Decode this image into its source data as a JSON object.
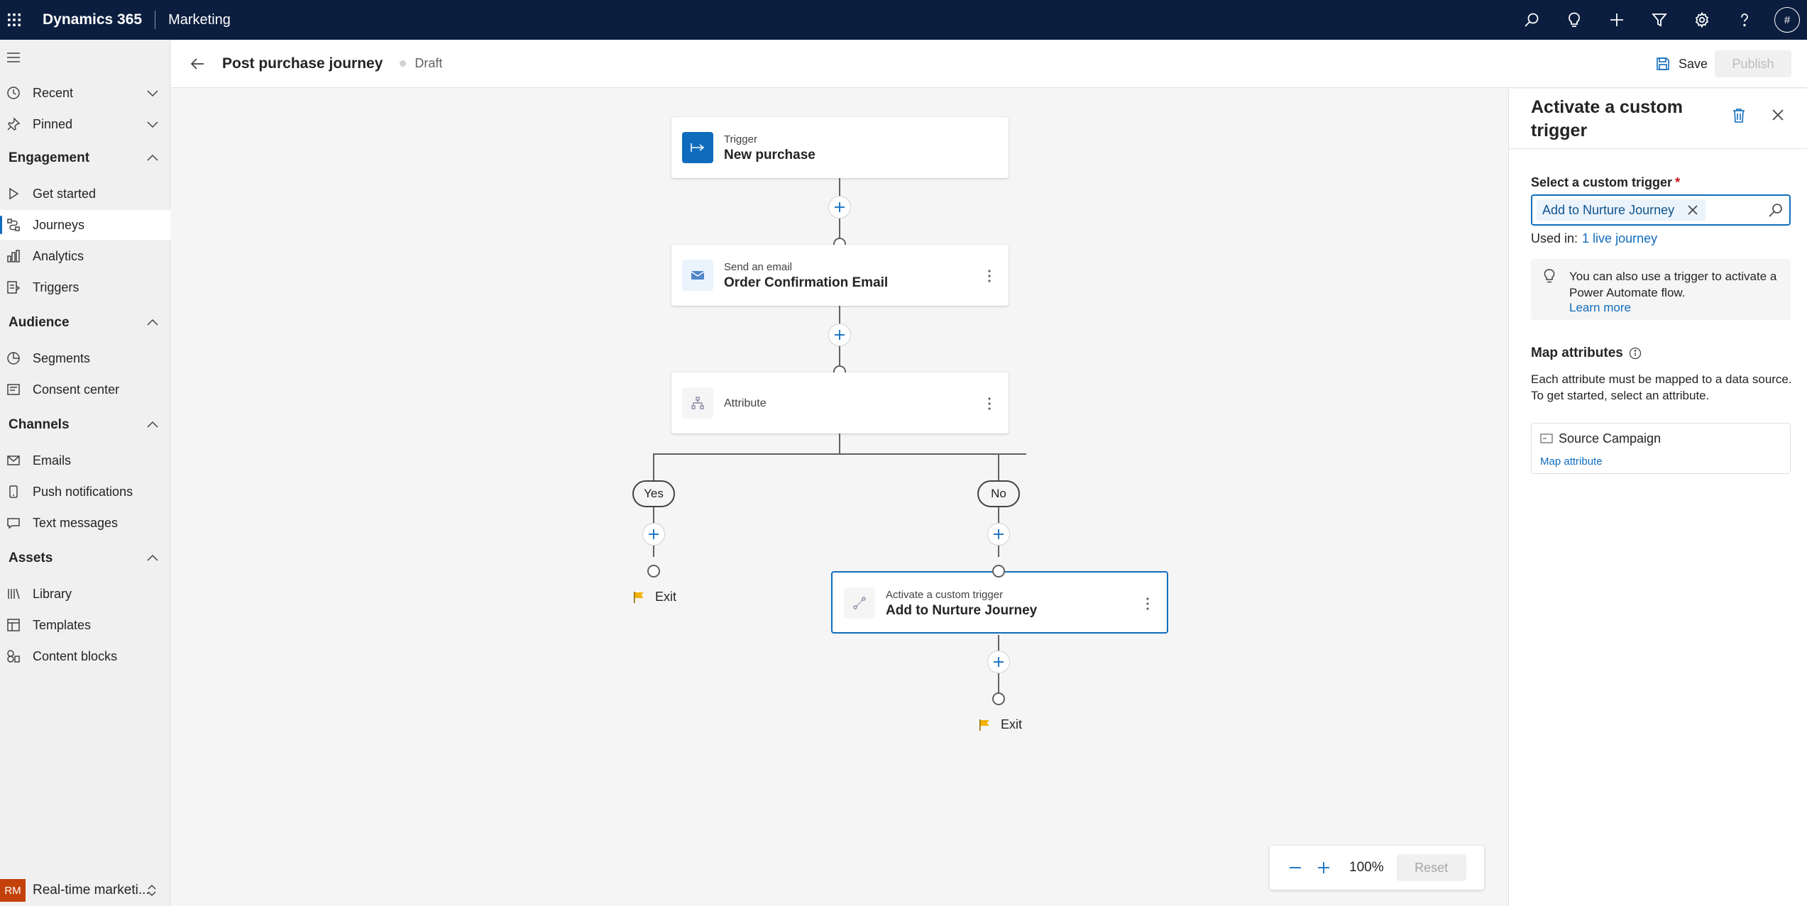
{
  "topbar": {
    "brand": "Dynamics 365",
    "app": "Marketing",
    "avatar": "#",
    "icons": [
      "search-icon",
      "lightbulb-icon",
      "plus-icon",
      "filter-icon",
      "gear-icon",
      "help-icon"
    ]
  },
  "nav": {
    "recent": "Recent",
    "pinned": "Pinned",
    "sections": {
      "engagement": "Engagement",
      "audience": "Audience",
      "channels": "Channels",
      "assets": "Assets"
    },
    "items": {
      "get_started": "Get started",
      "journeys": "Journeys",
      "analytics": "Analytics",
      "triggers": "Triggers",
      "segments": "Segments",
      "consent_center": "Consent center",
      "emails": "Emails",
      "push_notifications": "Push notifications",
      "text_messages": "Text messages",
      "library": "Library",
      "templates": "Templates",
      "content_blocks": "Content blocks"
    },
    "selected": "journeys",
    "environment": {
      "badge": "RM",
      "name": "Real-time marketi..."
    }
  },
  "header": {
    "title": "Post purchase journey",
    "status": "Draft",
    "save_label": "Save",
    "publish_label": "Publish"
  },
  "journey": {
    "trigger": {
      "type": "Trigger",
      "name": "New purchase"
    },
    "email": {
      "type": "Send an email",
      "name": "Order Confirmation Email"
    },
    "attribute": {
      "name": "Attribute"
    },
    "branch_yes": "Yes",
    "branch_no": "No",
    "custom_trigger": {
      "type": "Activate a custom trigger",
      "name": "Add to Nurture Journey"
    },
    "exit_label": "Exit"
  },
  "zoom": {
    "level": "100%",
    "reset_label": "Reset"
  },
  "panel": {
    "title": "Activate a custom trigger",
    "field_label": "Select a custom trigger",
    "required_mark": "*",
    "selected_value": "Add to Nurture Journey",
    "used_in_prefix": "Used in:",
    "used_in_link": "1 live journey",
    "info_text": "You can also use a trigger to activate a Power Automate flow.",
    "info_link": "Learn more",
    "map_heading": "Map attributes",
    "map_description": "Each attribute must be mapped to a data source. To get started, select an attribute.",
    "attribute_name": "Source Campaign",
    "attribute_link": "Map attribute"
  },
  "colors": {
    "topbar": "#0b1e3f",
    "accent": "#0f6cbd",
    "env_badge": "#c4410a",
    "exit_flag": "#f2b300"
  }
}
